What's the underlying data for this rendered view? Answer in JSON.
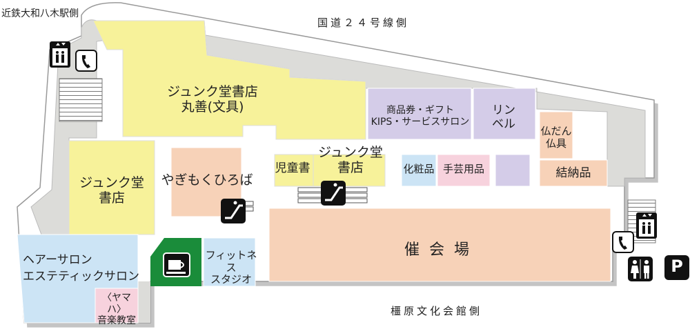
{
  "sides": {
    "northwest": "近鉄大和八木駅側",
    "north": "国道２４号線側",
    "south": "橿原文化会館側"
  },
  "shops": {
    "junkudo_maruzen": "ジュンク堂書店\n丸善(文具)",
    "gift": "商品券・ギフト\nKIPS・サービスサロン",
    "linvel": "リン\nベル",
    "butsudan": "仏だん\n仏具",
    "junkudo_left": "ジュンク堂\n書店",
    "yagimoku": "やぎもくひろば",
    "jidousho": "児童書",
    "junkudo_center": "ジュンク堂\n書店",
    "kesho": "化粧品",
    "shugei": "手芸用品",
    "yuinou": "結納品",
    "hair_salon": "ヘアーサロン\nエステティックサロン",
    "yamaha": "〈ヤマハ〉\n音楽教室",
    "fitness": "フィットネス\nスタジオ",
    "event_hall": "催会場"
  },
  "parking_label": "P",
  "colors": {
    "book_yellow": "#f7f29a",
    "salmon": "#f7d2b8",
    "lavender": "#d4cce8",
    "light_blue": "#cce4f5",
    "pink": "#f7d2dd",
    "cafe_green": "#1a8c3a",
    "gray_area": "#dcdcd9",
    "corridor": "#ffffff",
    "outline": "#999999"
  },
  "icons": [
    "elevator-icon",
    "phone-icon",
    "escalator-icon",
    "cafe-icon",
    "restroom-icon",
    "parking-icon",
    "stairs-icon"
  ]
}
